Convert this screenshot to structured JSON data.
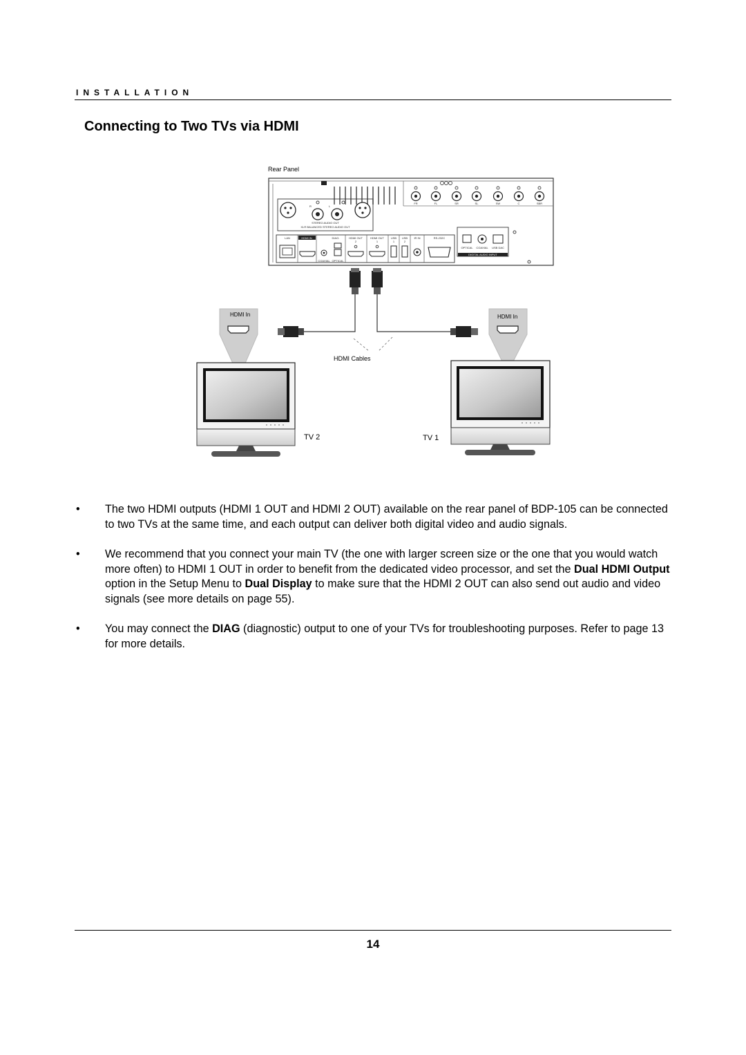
{
  "header": {
    "section": "INSTALLATION"
  },
  "title": "Connecting to Two TVs via HDMI",
  "diagram": {
    "rear_panel_label": "Rear Panel",
    "hdmi_cables_label": "HDMI Cables",
    "tv_left": {
      "label": "TV 2",
      "input_label": "HDMI In"
    },
    "tv_right": {
      "label": "TV 1",
      "input_label": "HDMI In"
    },
    "panel": {
      "speaker_labels": [
        "FR",
        "FL",
        "SR",
        "SL",
        "SW",
        "C",
        "SBR"
      ],
      "stereo_audio_out": "STEREO AUDIO OUT",
      "xlr_label": "XLR BALANCED STEREO AUDIO OUT",
      "xlr_r": "R",
      "xlr_l": "L",
      "connectors": [
        "LAN",
        "HDMI IN",
        "DIAG.",
        "HDMI OUT",
        "HDMI OUT",
        "USB",
        "USB",
        "IR IN",
        "RS-232C"
      ],
      "hdmi_out_numbers": [
        "2",
        "1"
      ],
      "usb_numbers": [
        "1",
        "2"
      ],
      "coaxial_label": "COAXIAL",
      "optical_label": "OPTICAL",
      "digital_labels": [
        "OPTICAL",
        "COAXIAL",
        "USB DAC"
      ],
      "digital_audio_input": "DIGITAL AUDIO INPUT"
    }
  },
  "bullets": [
    [
      {
        "t": "The two HDMI outputs (HDMI 1 OUT and HDMI 2 OUT) available on the rear panel of BDP-105 can be connected to two TVs at the same time, and each output can deliver both digital video and audio signals."
      }
    ],
    [
      {
        "t": "We recommend that you connect your main TV (the one with larger screen size or the one that you would watch more often) to HDMI 1 OUT in order to benefit from the dedicated video processor, and set the "
      },
      {
        "t": "Dual HDMI Output",
        "b": true
      },
      {
        "t": " option in the Setup Menu to "
      },
      {
        "t": "Dual Display",
        "b": true
      },
      {
        "t": " to make sure that the HDMI 2 OUT can also send out audio and video signals (see more details on page 55)."
      }
    ],
    [
      {
        "t": "You may connect the "
      },
      {
        "t": "DIAG",
        "b": true
      },
      {
        "t": " (diagnostic) output to one of your TVs for troubleshooting purposes. Refer to page 13 for more details."
      }
    ]
  ],
  "page_number": "14"
}
